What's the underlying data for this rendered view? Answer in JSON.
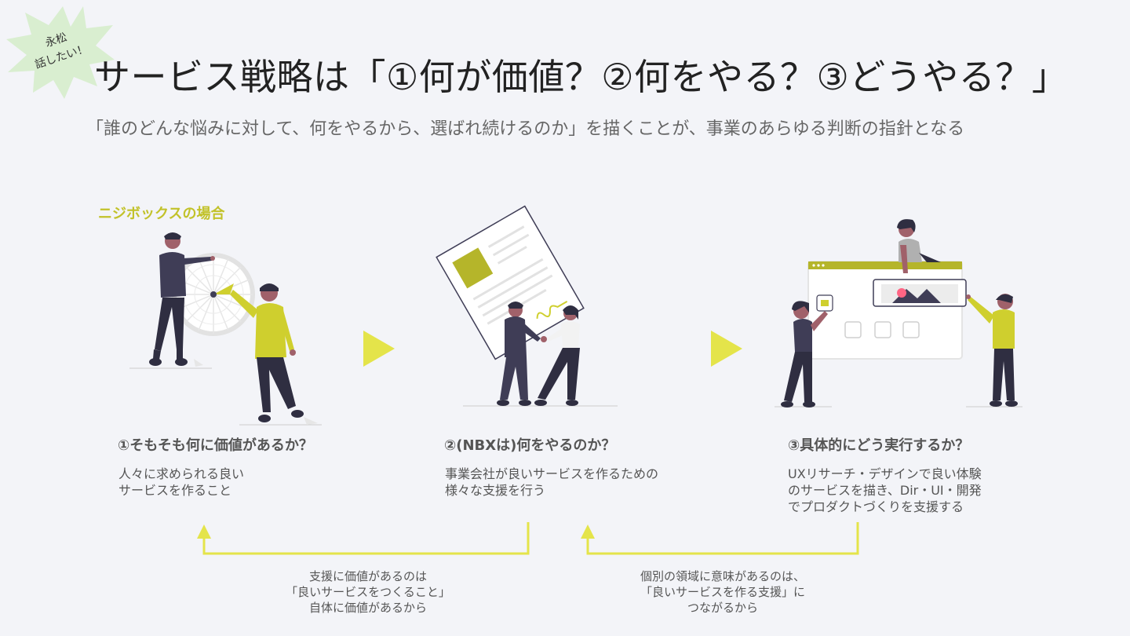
{
  "badge": {
    "lines": [
      "永松",
      "話したい！"
    ],
    "color": "#d9eed0"
  },
  "header": {
    "title": "サービス戦略は「①何が価値？②何をやる？③どうやる？」",
    "subtitle": "「誰のどんな悩みに対して、何をやるから、選ばれ続けるのか」を描くことが、事業のあらゆる判断の指針となる"
  },
  "case_label": "ニジボックスの場合",
  "steps": [
    {
      "heading": "①そもそも何に価値があるか？",
      "text": "人々に求められる良い\nサービスを作ること"
    },
    {
      "heading": "②(NBXは)何をやるのか？",
      "text": "事業会社が良いサービスを作るための\n様々な支援を行う"
    },
    {
      "heading": "③具体的にどう実行するか？",
      "text": "UXリサーチ・デザインで良い体験\nのサービスを描き、Dir・UI・開発\nでプロダクトづくりを支援する"
    }
  ],
  "notes": [
    "支援に価値があるのは\n「良いサービスをつくること」\n自体に価値があるから",
    "個別の領域に意味があるのは、\n「良いサービスを作る支援」に\nつながるから"
  ],
  "colors": {
    "accent": "#cfcf2e",
    "arrow": "#e4e44a",
    "dark": "#3f3d56",
    "skin": "#a0616a"
  }
}
